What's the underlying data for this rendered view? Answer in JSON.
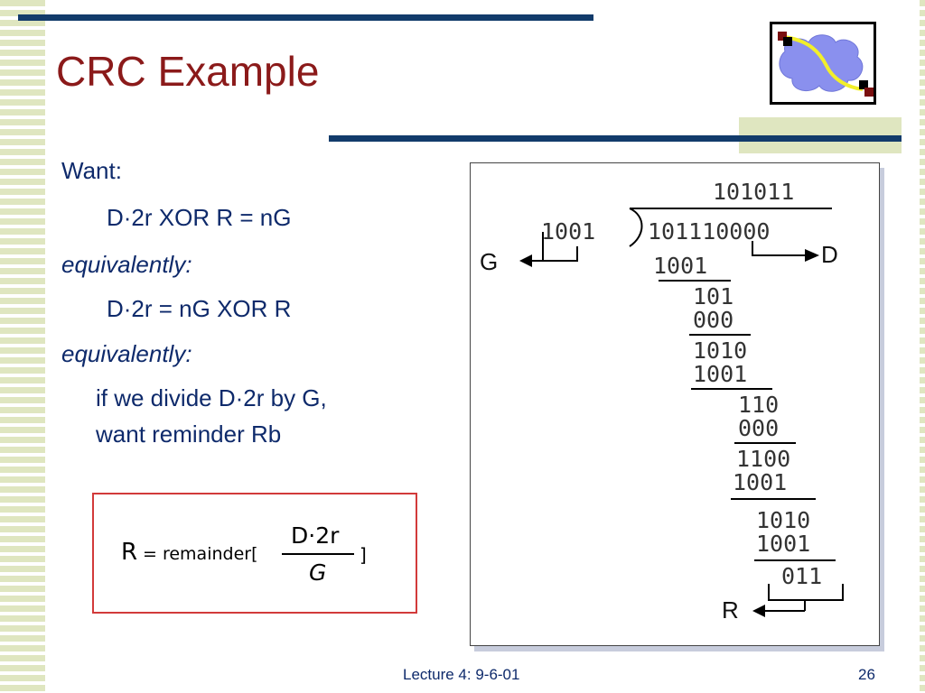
{
  "slide": {
    "title": "CRC Example",
    "bullets": {
      "want": "Want:",
      "line1": "D·2r XOR R = nG",
      "equiv1": "equivalently:",
      "line2": "D·2r = nG XOR R",
      "equiv2": "equivalently:",
      "line3a": "if we divide D·2r by G,",
      "line3b": "want reminder Rb"
    },
    "formula": {
      "r": "R",
      "eq": "= remainder[",
      "numerator": "D·2r",
      "denominator": "G",
      "close": "]"
    },
    "division": {
      "quotient": "101011",
      "divisor": "1001",
      "dividend": "101110000",
      "label_g": "G",
      "label_d": "D",
      "label_r": "R",
      "steps": [
        "1001",
        "101",
        "000",
        "1010",
        "1001",
        "110",
        "000",
        "1100",
        "1001",
        "1010",
        "1001",
        "011"
      ]
    },
    "footer": {
      "lecture": "Lecture 4: 9-6-01",
      "page": "26"
    }
  }
}
